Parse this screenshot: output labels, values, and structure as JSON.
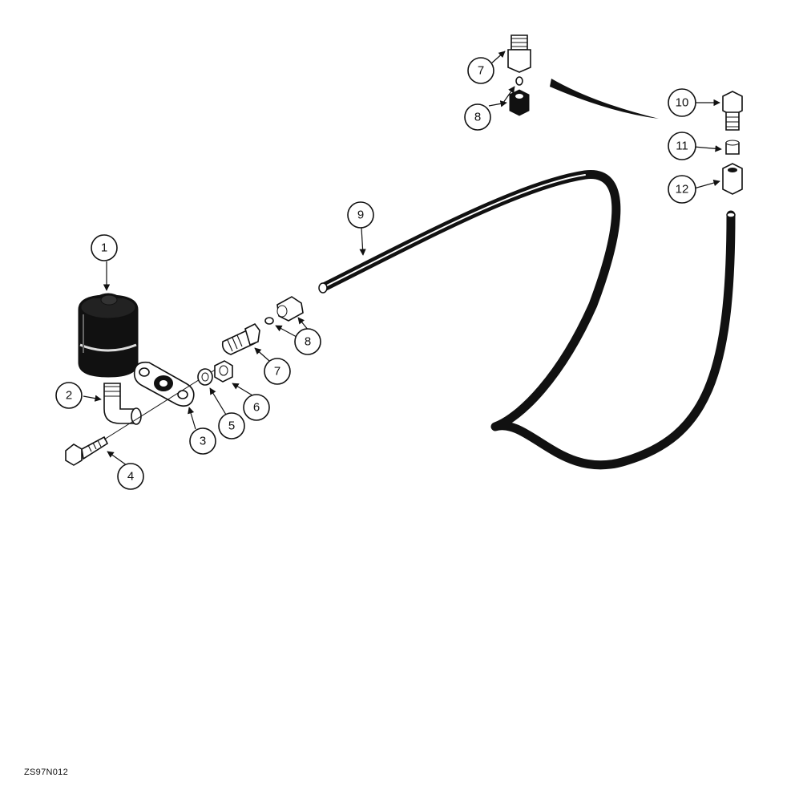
{
  "figure_code": "ZS97N012",
  "callouts": [
    {
      "id": "c1",
      "label": "1"
    },
    {
      "id": "c2",
      "label": "2"
    },
    {
      "id": "c3",
      "label": "3"
    },
    {
      "id": "c4",
      "label": "4"
    },
    {
      "id": "c5",
      "label": "5"
    },
    {
      "id": "c6",
      "label": "6"
    },
    {
      "id": "c7a",
      "label": "7"
    },
    {
      "id": "c8a",
      "label": "8"
    },
    {
      "id": "c9",
      "label": "9"
    },
    {
      "id": "c7b",
      "label": "7"
    },
    {
      "id": "c8b",
      "label": "8"
    },
    {
      "id": "c10",
      "label": "10"
    },
    {
      "id": "c11",
      "label": "11"
    },
    {
      "id": "c12",
      "label": "12"
    }
  ]
}
